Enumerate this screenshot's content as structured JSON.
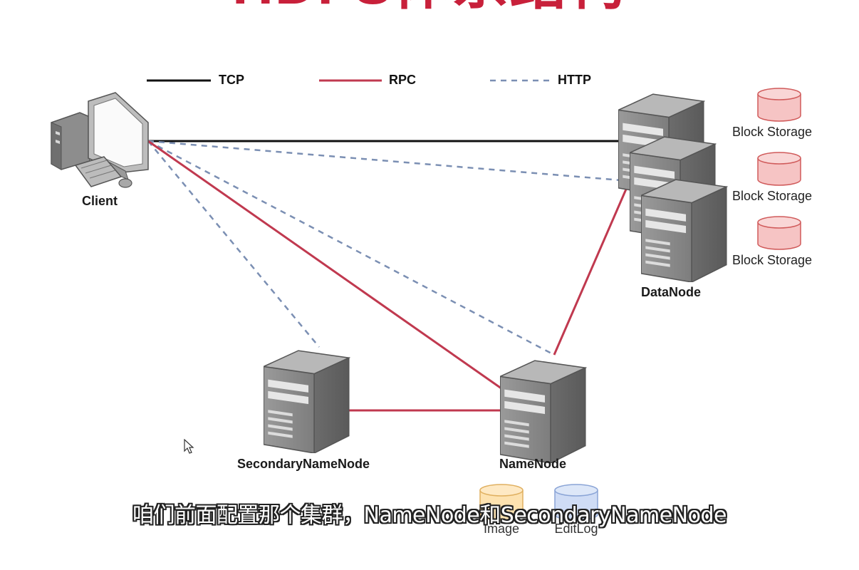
{
  "title": "HDFS体系结构",
  "legend": {
    "tcp_label": "TCP",
    "rpc_label": "RPC",
    "http_label": "HTTP"
  },
  "colors": {
    "tcp": "#111111",
    "rpc": "#c0394f",
    "http": "#7b8fb3",
    "title": "#c8203a",
    "storage_fill": "#f6c4c4",
    "storage_stroke": "#d05a5a",
    "image_fill": "#fde2b0",
    "editlog_fill": "#cfdcf5"
  },
  "nodes": {
    "client": "Client",
    "datanode": "DataNode",
    "namenode": "NameNode",
    "secondary": "SecondaryNameNode"
  },
  "storage": {
    "label_1": "Block Storage",
    "label_2": "Block Storage",
    "label_3": "Block Storage"
  },
  "namenode_files": {
    "image": "Image",
    "editlog": "EditLog"
  },
  "subtitle": "咱们前面配置那个集群，NameNode和SecondaryNameNode"
}
